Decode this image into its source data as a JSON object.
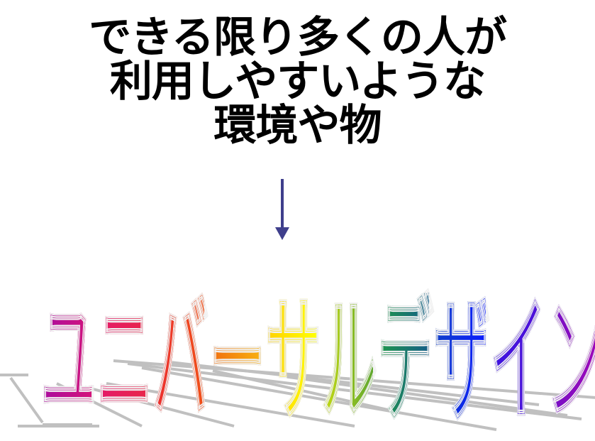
{
  "headline": {
    "lines": [
      "できる限り多くの人が",
      "利用しやすいような",
      "環境や物"
    ]
  },
  "arrow": {
    "icon": "arrow-down-icon",
    "color": "#3f3f8c"
  },
  "wordart": {
    "text": "ユニバーサルデザイン",
    "chars": [
      "ユ",
      "ニ",
      "バ",
      "ー",
      "サ",
      "ル",
      "デ",
      "ザ",
      "イ",
      "ン"
    ],
    "colors": [
      "#b00ca0",
      "#e4186a",
      "#ee3a24",
      "#f28012",
      "#ffe600",
      "#b4d014",
      "#1a8c56",
      "#0c30f0",
      "#4412e0",
      "#9a0cc0"
    ]
  }
}
